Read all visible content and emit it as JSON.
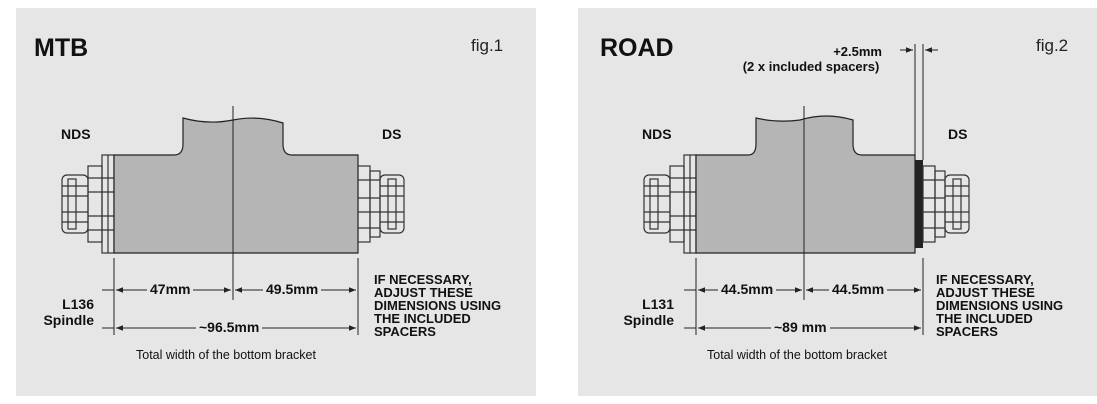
{
  "panels": {
    "mtb": {
      "title": "MTB",
      "fig": "fig.1",
      "nds": "NDS",
      "ds": "DS",
      "dim_left": "47mm",
      "dim_right": "49.5mm",
      "dim_total": "~96.5mm",
      "spindle_line1": "L136",
      "spindle_line2": "Spindle",
      "note": [
        "IF NECESSARY,",
        "ADJUST THESE",
        "DIMENSIONS USING",
        "THE INCLUDED",
        "SPACERS"
      ],
      "caption": "Total width of the bottom bracket"
    },
    "road": {
      "title": "ROAD",
      "fig": "fig.2",
      "nds": "NDS",
      "ds": "DS",
      "dim_left": "44.5mm",
      "dim_right": "44.5mm",
      "dim_total": "~89 mm",
      "spindle_line1": "L131",
      "spindle_line2": "Spindle",
      "note": [
        "IF NECESSARY,",
        "ADJUST THESE",
        "DIMENSIONS USING",
        "THE INCLUDED",
        "SPACERS"
      ],
      "caption": "Total width of the bottom bracket",
      "spacer_line1": "+2.5mm",
      "spacer_line2": "(2 x included spacers)"
    }
  },
  "colors": {
    "panel_bg": "#e6e6e6",
    "shell_fill": "#b5b5b5",
    "line": "#222222",
    "spacer_fill": "#222222",
    "text": "#111111"
  }
}
